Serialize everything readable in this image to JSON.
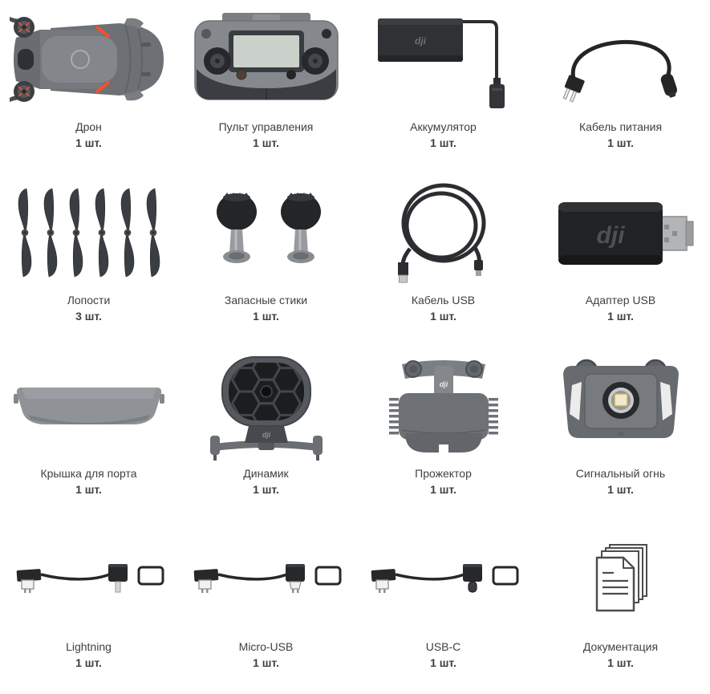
{
  "page": {
    "background_color": "#ffffff",
    "text_color": "#3f3f3f",
    "accent_orange": "#f4512c"
  },
  "items": [
    {
      "name": "Дрон",
      "count": "1 шт.",
      "icon": "drone-top-view"
    },
    {
      "name": "Пульт управления",
      "count": "1 шт.",
      "icon": "remote-controller"
    },
    {
      "name": "Аккумулятор",
      "count": "1 шт.",
      "icon": "battery-charger"
    },
    {
      "name": "Кабель питания",
      "count": "1 шт.",
      "icon": "power-cable"
    },
    {
      "name": "Лопости",
      "count": "3 шт.",
      "icon": "propellers"
    },
    {
      "name": "Запасные стики",
      "count": "1 шт.",
      "icon": "spare-control-sticks"
    },
    {
      "name": "Кабель USB",
      "count": "1 шт.",
      "icon": "usb-cable-coil"
    },
    {
      "name": "Адаптер USB",
      "count": "1 шт.",
      "icon": "usb-adapter"
    },
    {
      "name": "Крышка для порта",
      "count": "1 шт.",
      "icon": "port-cover"
    },
    {
      "name": "Динамик",
      "count": "1 шт.",
      "icon": "speaker"
    },
    {
      "name": "Прожектор",
      "count": "1 шт.",
      "icon": "spotlight"
    },
    {
      "name": "Сигнальный огнь",
      "count": "1 шт.",
      "icon": "beacon-light"
    },
    {
      "name": "Lightning",
      "count": "1 шт.",
      "icon": "lightning-rc-cable"
    },
    {
      "name": "Micro-USB",
      "count": "1 шт.",
      "icon": "micro-usb-rc-cable"
    },
    {
      "name": "USB-C",
      "count": "1 шт.",
      "icon": "usb-c-rc-cable"
    },
    {
      "name": "Документация",
      "count": "1 шт.",
      "icon": "documentation-pages"
    }
  ]
}
